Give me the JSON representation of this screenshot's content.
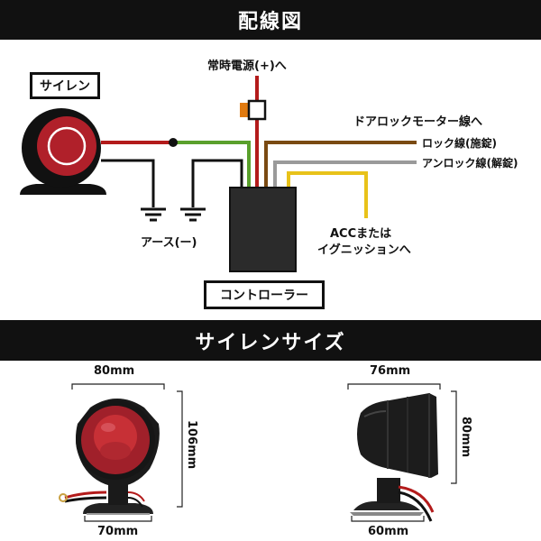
{
  "headers": {
    "wiring": "配線図",
    "size": "サイレンサイズ"
  },
  "diagram": {
    "siren_label": "サイレン",
    "power_label": "常時電源(+)へ",
    "door_lock_label": "ドアロックモーター線へ",
    "lock_wire_label": "ロック線(施錠)",
    "unlock_wire_label": "アンロック線(解錠)",
    "acc_label_line1": "ACCまたは",
    "acc_label_line2": "イグニッションへ",
    "ground_label": "アース(ー)",
    "controller_label": "コントローラー"
  },
  "dimensions": {
    "front_top": "80mm",
    "front_side": "106mm",
    "front_bottom": "70mm",
    "side_top": "76mm",
    "side_side": "80mm",
    "side_bottom": "60mm"
  },
  "colors": {
    "red_wire": "#b31b1b",
    "green_wire": "#5aa02c",
    "brown_wire": "#7a4a12",
    "gray_wire": "#9a9a9a",
    "yellow_wire": "#e8c21a",
    "black_wire": "#111111",
    "siren_red": "#b0202a"
  }
}
